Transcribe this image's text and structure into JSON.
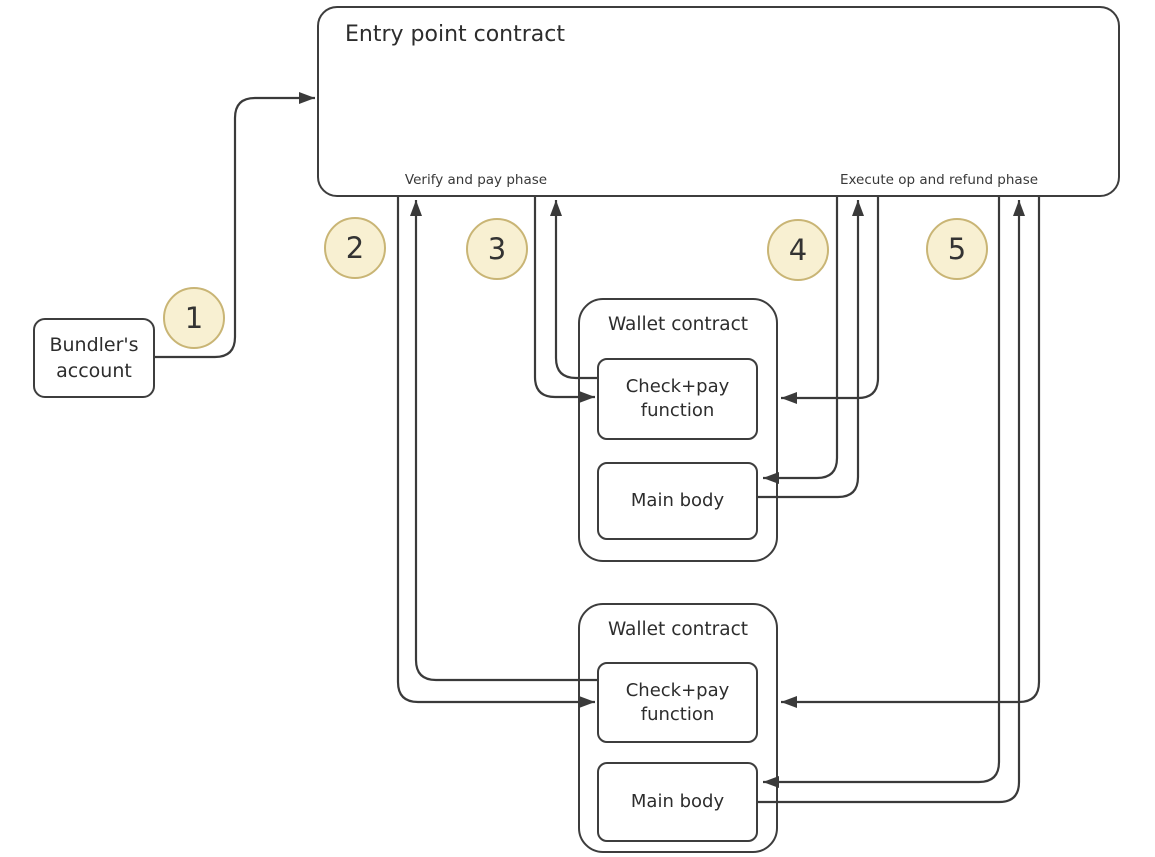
{
  "diagram": {
    "entry": {
      "title": "Entry point contract",
      "verify_phase_label": "Verify and pay phase",
      "execute_phase_label": "Execute op and refund phase"
    },
    "bundler": {
      "label": "Bundler's account"
    },
    "step_badges": [
      "1",
      "2",
      "3",
      "4",
      "5"
    ],
    "wallets": [
      {
        "title": "Wallet contract",
        "checkpay_label": "Check+pay function",
        "mainbody_label": "Main body"
      },
      {
        "title": "Wallet contract",
        "checkpay_label": "Check+pay function",
        "mainbody_label": "Main body"
      }
    ],
    "colors": {
      "background": "#ffffff",
      "line": "#3a3a3a",
      "box_border": "#3d3d3d",
      "text": "#2d2d2d",
      "badge_fill": "#f8f0d2",
      "badge_border": "#c9b575"
    }
  }
}
